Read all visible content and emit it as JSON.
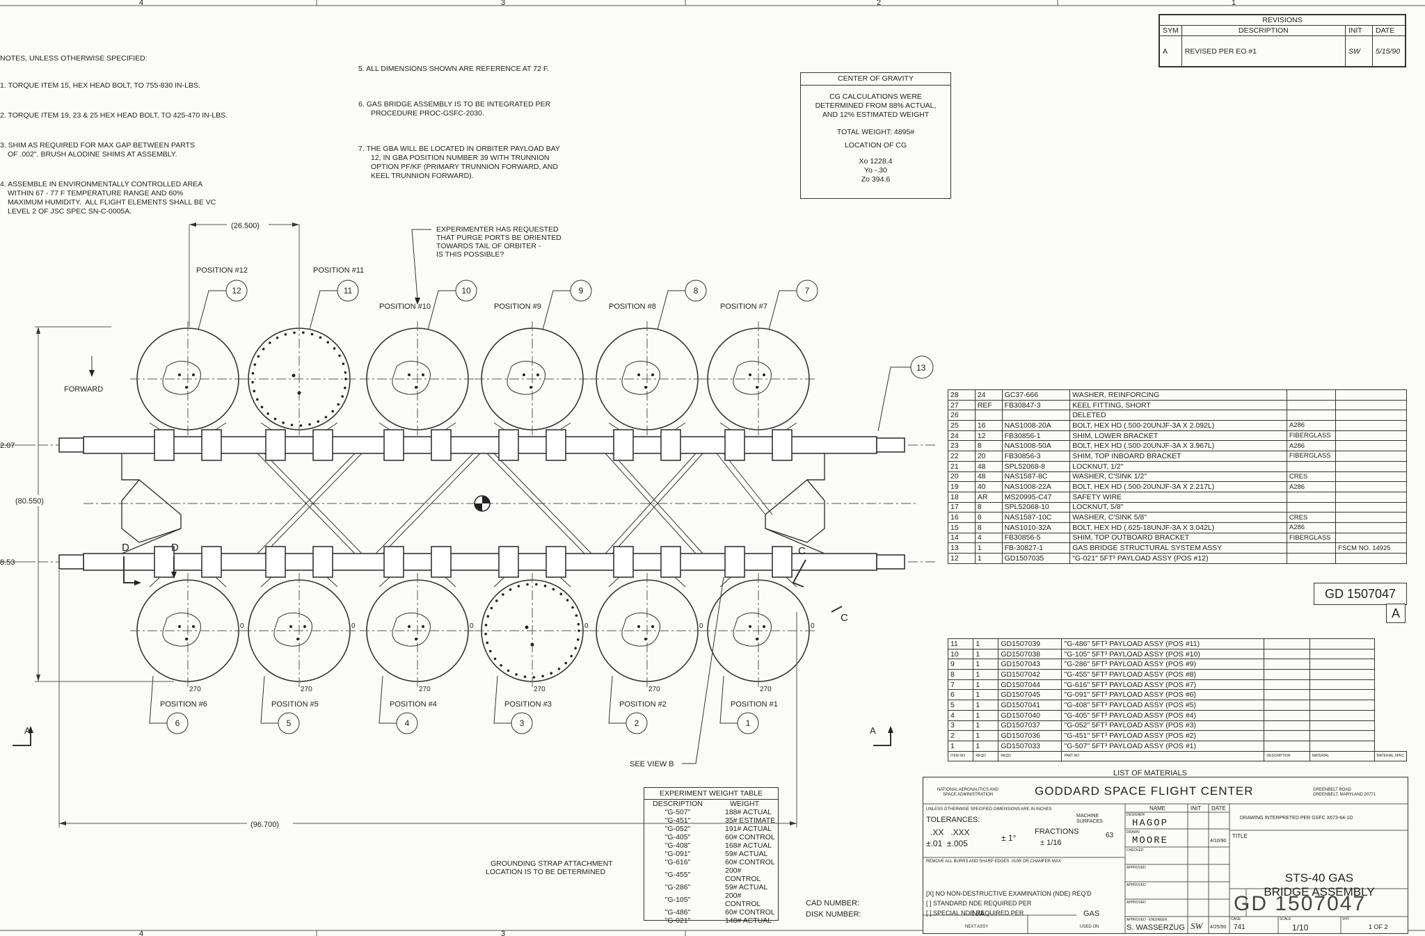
{
  "zone_labels": [
    "4",
    "3",
    "2",
    "1",
    "4",
    "3"
  ],
  "notes": {
    "heading": "NOTES, UNLESS OTHERWISE SPECIFIED:",
    "left": [
      [
        "1. TORQUE ITEM 15, HEX HEAD BOLT, TO 755-830 IN-LBS."
      ],
      [
        "2. TORQUE ITEM 19, 23 & 25 HEX HEAD BOLT, TO 425-470 IN-LBS."
      ],
      [
        "3. SHIM AS REQUIRED FOR MAX GAP BETWEEN PARTS",
        "OF .002\". BRUSH ALODINE SHIMS AT ASSEMBLY."
      ],
      [
        "4. ASSEMBLE IN ENVIRONMENTALLY CONTROLLED AREA",
        "WITHIN 67 - 77 F TEMPERATURE RANGE AND 60%",
        "MAXIMUM HUMIDITY.  ALL FLIGHT ELEMENTS SHALL BE VC",
        "LEVEL 2 OF JSC SPEC SN-C-0005A."
      ]
    ],
    "right": [
      [
        "5. ALL DIMENSIONS SHOWN ARE REFERENCE AT 72 F."
      ],
      [
        "6. GAS BRIDGE ASSEMBLY IS TO BE INTEGRATED PER",
        "PROCEDURE PROC-GSFC-2030."
      ],
      [
        "7. THE GBA WILL BE LOCATED IN ORBITER PAYLOAD BAY",
        "12, IN GBA POSITION NUMBER 39 WITH TRUNNION",
        "OPTION PF/KF (PRIMARY TRUNNION FORWARD, AND",
        "KEEL TRUNNION FORWARD)."
      ]
    ]
  },
  "revisions": {
    "title": "REVISIONS",
    "headers": [
      "SYM",
      "DESCRIPTION",
      "INIT",
      "DATE"
    ],
    "rows": [
      [
        "A",
        "REVISED PER EO #1",
        "SW",
        "5/15/90"
      ]
    ]
  },
  "center_of_gravity": {
    "title": "CENTER OF GRAVITY",
    "lines": [
      "CG CALCULATIONS WERE",
      "DETERMINED FROM 88% ACTUAL,",
      "AND 12% ESTIMATED WEIGHT"
    ],
    "total_weight": "TOTAL WEIGHT: 4895#",
    "location_label": "LOCATION OF CG",
    "coords": [
      "Xo 1228.4",
      "Yo -.30",
      "Zo 394.6"
    ]
  },
  "drawing": {
    "dim_top": "(26.500)",
    "dim_left": "(80.550)",
    "dim_bottom": "(96.700)",
    "dim_left_upper": "2.07",
    "dim_left_lower": "8.53",
    "forward_label": "FORWARD",
    "experimenter_note": [
      "EXPERIMENTER HAS REQUESTED",
      "THAT PURGE PORTS BE ORIENTED",
      "TOWARDS TAIL OF ORBITER -",
      "IS THIS POSSIBLE?"
    ],
    "positions_top": [
      {
        "label": "POSITION #12",
        "balloon": "12"
      },
      {
        "label": "POSITION #11",
        "balloon": "11"
      },
      {
        "label": "POSITION #10",
        "balloon": "10"
      },
      {
        "label": "POSITION #9",
        "balloon": "9"
      },
      {
        "label": "POSITION #8",
        "balloon": "8"
      },
      {
        "label": "POSITION #7",
        "balloon": "7"
      }
    ],
    "positions_bottom": [
      {
        "label": "POSITION #6",
        "balloon": "6"
      },
      {
        "label": "POSITION #5",
        "balloon": "5"
      },
      {
        "label": "POSITION #4",
        "balloon": "4"
      },
      {
        "label": "POSITION #3",
        "balloon": "3"
      },
      {
        "label": "POSITION #2",
        "balloon": "2"
      },
      {
        "label": "POSITION #1",
        "balloon": "1"
      }
    ],
    "balloon_13": "13",
    "angle_0": "0",
    "angle_270": "270",
    "section_d": "D",
    "section_c": "C",
    "section_a": "A",
    "see_view": "SEE VIEW B",
    "grounding_note": [
      "GROUNDING STRAP ATTACHMENT",
      "LOCATION IS TO BE DETERMINED"
    ],
    "cad_number": "CAD NUMBER:",
    "disk_number": "DISK NUMBER:"
  },
  "bom_top": [
    [
      "28",
      "24",
      "GC37-666",
      "WASHER, REINFORCING",
      "",
      ""
    ],
    [
      "27",
      "REF",
      "FB30847-3",
      "KEEL FITTING, SHORT",
      "",
      ""
    ],
    [
      "26",
      "",
      "",
      "DELETED",
      "",
      ""
    ],
    [
      "25",
      "16",
      "NAS1008-20A",
      "BOLT, HEX HD (.500-20UNJF-3A X 2.092L)",
      "A286",
      ""
    ],
    [
      "24",
      "12",
      "FB30856-1",
      "SHIM, LOWER BRACKET",
      "FIBERGLASS",
      ""
    ],
    [
      "23",
      "8",
      "NAS1008-50A",
      "BOLT, HEX HD (.500-20UNJF-3A X 3.967L)",
      "A286",
      ""
    ],
    [
      "22",
      "20",
      "FB30856-3",
      "SHIM, TOP INBOARD BRACKET",
      "FIBERGLASS",
      ""
    ],
    [
      "21",
      "48",
      "SPL52068-8",
      "LOCKNUT, 1/2\"",
      "",
      ""
    ],
    [
      "20",
      "48",
      "NAS1587-8C",
      "WASHER, C'SINK 1/2\"",
      "CRES",
      ""
    ],
    [
      "19",
      "40",
      "NAS1008-22A",
      "BOLT, HEX HD (.500-20UNJF-3A X 2.217L)",
      "A286",
      ""
    ],
    [
      "18",
      "AR",
      "MS20995-C47",
      "SAFETY WIRE",
      "",
      ""
    ],
    [
      "17",
      "8",
      "SPL52068-10",
      "LOCKNUT, 5/8\"",
      "",
      ""
    ],
    [
      "16",
      "8",
      "NAS1587-10C",
      "WASHER, C'SINK 5/8\"",
      "CRES",
      ""
    ],
    [
      "15",
      "8",
      "NAS1010-32A",
      "BOLT, HEX HD (.625-18UNJF-3A X 3.042L)",
      "A286",
      ""
    ],
    [
      "14",
      "4",
      "FB30856-5",
      "SHIM, TOP OUTBOARD BRACKET",
      "FIBERGLASS",
      ""
    ],
    [
      "13",
      "1",
      "FB-30827-1",
      "GAS BRIDGE STRUCTURAL SYSTEM ASSY",
      "",
      "FSCM NO. 14925"
    ],
    [
      "12",
      "1",
      "GD1507035",
      "\"G-021\" 5FT³ PAYLOAD ASSY (POS #12)",
      "",
      ""
    ]
  ],
  "drawing_number_box": {
    "prefix": "GD",
    "number": "1507047",
    "rev": "A"
  },
  "bom_bottom": [
    [
      "11",
      "1",
      "GD1507039",
      "\"G-486\" 5FT³ PAYLOAD ASSY (POS #11)",
      "",
      ""
    ],
    [
      "10",
      "1",
      "GD1507038",
      "\"G-105\" 5FT³ PAYLOAD ASSY (POS #10)",
      "",
      ""
    ],
    [
      "9",
      "1",
      "GD1507043",
      "\"G-286\" 5FT³ PAYLOAD ASSY (POS #9)",
      "",
      ""
    ],
    [
      "8",
      "1",
      "GD1507042",
      "\"G-455\" 5FT³ PAYLOAD ASSY (POS #8)",
      "",
      ""
    ],
    [
      "7",
      "1",
      "GD1507044",
      "\"G-616\" 5FT³ PAYLOAD ASSY (POS #7)",
      "",
      ""
    ],
    [
      "6",
      "1",
      "GD1507045",
      "\"G-091\" 5FT³ PAYLOAD ASSY (POS #6)",
      "",
      ""
    ],
    [
      "5",
      "1",
      "GD1507041",
      "\"G-408\" 5FT³ PAYLOAD ASSY (POS #5)",
      "",
      ""
    ],
    [
      "4",
      "1",
      "GD1507040",
      "\"G-405\" 5FT³ PAYLOAD ASSY (POS #4)",
      "",
      ""
    ],
    [
      "3",
      "1",
      "GD1507037",
      "\"G-052\" 5FT³ PAYLOAD ASSY (POS #3)",
      "",
      ""
    ],
    [
      "2",
      "1",
      "GD1507036",
      "\"G-451\" 5FT³ PAYLOAD ASSY (POS #2)",
      "",
      ""
    ],
    [
      "1",
      "1",
      "GD1507033",
      "\"G-507\" 5FT³ PAYLOAD ASSY (POS #1)",
      "",
      ""
    ],
    [
      "ITEM NO",
      "REQD",
      "REQD",
      "PART NO",
      "DESCRIPTION",
      "MATERIAL",
      "MATERIAL SPEC"
    ]
  ],
  "bom_title": "LIST OF MATERIALS",
  "weight_table": {
    "title": "EXPERIMENT WEIGHT TABLE",
    "headers": [
      "DESCRIPTION",
      "WEIGHT"
    ],
    "rows": [
      [
        "\"G-507\"",
        "188# ACTUAL"
      ],
      [
        "\"G-451\"",
        "35# ESTIMATE"
      ],
      [
        "\"G-052\"",
        "191# ACTUAL"
      ],
      [
        "\"G-405\"",
        "60# CONTROL"
      ],
      [
        "\"G-408\"",
        "168# ACTUAL"
      ],
      [
        "\"G-091\"",
        "59# ACTUAL"
      ],
      [
        "\"G-616\"",
        "60# CONTROL"
      ],
      [
        "\"G-455\"",
        "200# CONTROL"
      ],
      [
        "\"G-286\"",
        "59# ACTUAL"
      ],
      [
        "\"G-105\"",
        "200# CONTROL"
      ],
      [
        "\"G-486\"",
        "60# CONTROL"
      ],
      [
        "\"G-021\"",
        "148# ACTUAL"
      ]
    ]
  },
  "title_block": {
    "agency": [
      "NATIONAL AERONAUTICS AND",
      "SPACE ADMINISTRATION"
    ],
    "center": "GODDARD SPACE FLIGHT CENTER",
    "address": [
      "GREENBELT ROAD",
      "GREENBELT, MARYLAND 20771"
    ],
    "dims_note": "UNLESS OTHERWISE SPECIFIED DIMENSIONS ARE IN INCHES",
    "tolerances": "TOLERANCES:",
    "tol_headers": ".XX   .XXX",
    "tol_values": "±.01  ±.005",
    "angle_tol": "± 1°",
    "fractions": "FRACTIONS",
    "fractions_tol": "± 1/16",
    "machine_surfaces": "MACHINE SURFACES",
    "surface_finish": "63",
    "remove_burrs": "REMOVE ALL BURRS AND SHARP EDGES .010R OR CHAMFER MAX",
    "nde_options": [
      "[X] NO NON-DESTRUCTIVE EXAMINATION (NDE) REQ'D",
      "[ ] STANDARD NDE REQUIRED PER",
      "[ ] SPECIAL NDE REQUIRED PER"
    ],
    "name_header": "NAME",
    "init_header": "INIT",
    "date_header": "DATE",
    "designer_label": "DESIGNER",
    "designer": "HAGOP",
    "drawn_label": "DRAWN",
    "drawn": "MOORE",
    "drawn_date": "4/10/90",
    "checked_label": "CHECKED",
    "approved_labels": [
      "APPROVED",
      "APPROVED",
      "APPROVED"
    ],
    "engineer_label": "APPROVED - ENGINEER",
    "engineer": "S. WASSERZUG",
    "engineer_init": "SW",
    "engineer_date": "4/25/90",
    "interpreted": "DRAWING INTERPRETED PER GSFC X673-64-1D",
    "title_label": "TITLE",
    "title_lines": [
      "STS-40 GAS",
      "BRIDGE ASSEMBLY"
    ],
    "next_assy_value": "N/A",
    "next_assy_label": "NEXT ASSY",
    "used_on_value": "GAS",
    "used_on_label": "USED ON",
    "dwg_prefix": "GD",
    "dwg_number": "1507047",
    "cage_label": "CAGE",
    "cage": "741",
    "scale_label": "SCALE",
    "scale": "1/10",
    "sheet_label": "SHT",
    "sheet": "1 OF 2"
  }
}
